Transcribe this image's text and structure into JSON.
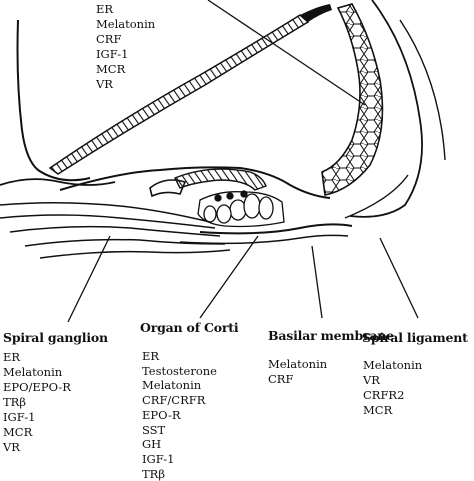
{
  "top_list": [
    "ER",
    "Melatonin",
    "CRF",
    "IGF-1",
    "MCR",
    "VR"
  ],
  "spiral_ganglion": {
    "title": "Spiral ganglion",
    "items": [
      "ER",
      "Melatonin",
      "EPO/EPO-R",
      "TRβ",
      "IGF-1",
      "MCR",
      "VR"
    ]
  },
  "organ_of_corti": {
    "title": "Organ of Corti",
    "items": [
      "ER",
      "Testosterone",
      "Melatonin",
      "CRF/CRFR",
      "EPO-R",
      "SST",
      "GH",
      "IGF-1",
      "TRβ"
    ]
  },
  "basilar_membrane": {
    "title": "Basilar membrane",
    "items": [
      "Melatonin",
      "CRF"
    ]
  },
  "spiral_ligament": {
    "title": "Spiral ligament",
    "items": [
      "Melatonin",
      "VR",
      "CRFR2",
      "MCR"
    ]
  }
}
